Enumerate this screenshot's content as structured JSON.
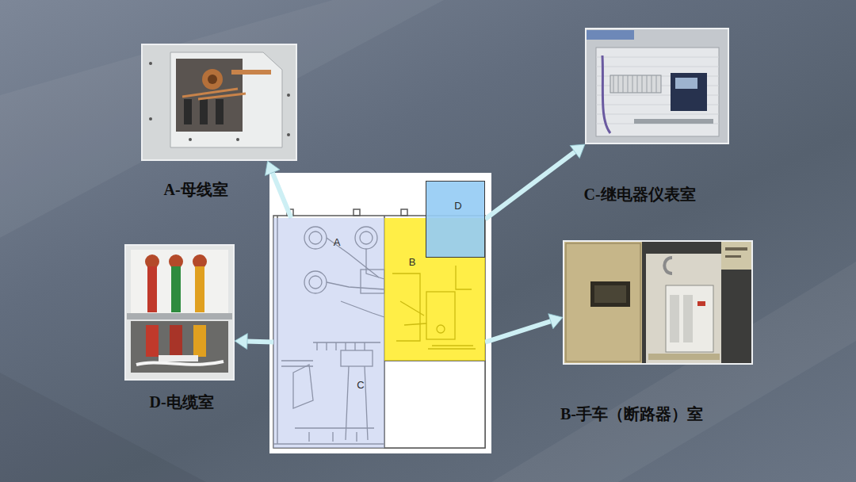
{
  "diagram": {
    "nodes": [
      {
        "text": [
          "A-母线室"
        ]
      },
      {
        "text": [
          "C-继电器仪表室"
        ]
      },
      {
        "text": [
          "A"
        ]
      },
      {
        "text": [
          "B"
        ]
      },
      {
        "text": [
          "C"
        ]
      },
      {
        "text": [
          "D"
        ]
      },
      {
        "text": [
          "D-电缆室"
        ]
      },
      {
        "text": [
          "B-手车（断路器）室"
        ]
      }
    ],
    "edges": [
      {
        "from": 2,
        "to": 0,
        "arrow": "to"
      },
      {
        "from": 5,
        "to": 1,
        "arrow": "to"
      },
      {
        "from": 4,
        "to": 6,
        "arrow": "to"
      },
      {
        "from": 3,
        "to": 7,
        "arrow": "to"
      }
    ]
  }
}
